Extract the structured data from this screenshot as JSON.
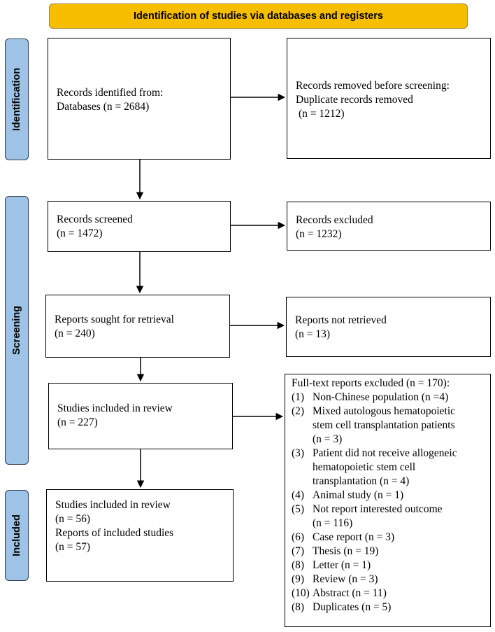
{
  "header": {
    "title": "Identification of studies via databases and registers"
  },
  "phases": {
    "identification": "Identification",
    "screening": "Screening",
    "included": "Included"
  },
  "boxes": {
    "records_identified": {
      "line1": "Records identified from:",
      "line2": "Databases (n = 2684)"
    },
    "records_removed": {
      "line1": "Records removed before screening:",
      "line2": "Duplicate records removed",
      "line3": "(n = 1212)"
    },
    "records_screened": {
      "line1": "Records screened",
      "line2": "(n = 1472)"
    },
    "records_excluded": {
      "line1": "Records excluded",
      "line2": "(n = 1232)"
    },
    "reports_sought": {
      "line1": "Reports sought for retrieval",
      "line2": "(n = 240)"
    },
    "reports_not_retrieved": {
      "line1": "Reports not retrieved",
      "line2": "(n = 13)"
    },
    "studies_review": {
      "line1": "Studies included in review",
      "line2": "(n = 227)"
    },
    "included_final": {
      "line1": "Studies included in review",
      "line2": "(n = 56)",
      "line3": "Reports  of included studies",
      "line4": "(n = 57)"
    },
    "fulltext_excluded": {
      "title": "Full-text reports excluded (n = 170):",
      "items": [
        {
          "num": "(1)",
          "lines": [
            "Non-Chinese population (n =4)"
          ]
        },
        {
          "num": "(2)",
          "lines": [
            "Mixed autologous hematopoietic",
            "stem cell transplantation patients",
            "(n = 3)"
          ]
        },
        {
          "num": "(3)",
          "lines": [
            "Patient did not receive allogeneic",
            "hematopoietic stem cell",
            "transplantation (n = 4)"
          ]
        },
        {
          "num": "(4)",
          "lines": [
            "Animal study (n = 1)"
          ]
        },
        {
          "num": "(5)",
          "lines": [
            "Not report interested outcome",
            "(n = 116)"
          ]
        },
        {
          "num": "(6)",
          "lines": [
            "Case report (n = 3)"
          ]
        },
        {
          "num": "(7)",
          "lines": [
            "Thesis (n = 19)"
          ]
        },
        {
          "num": "(8)",
          "lines": [
            "Letter (n = 1)"
          ]
        },
        {
          "num": "(9)",
          "lines": [
            "Review (n = 3)"
          ]
        },
        {
          "num": "(10)",
          "lines": [
            "Abstract (n = 11)"
          ]
        },
        {
          "num": "(8)",
          "lines": [
            "Duplicates (n = 5)"
          ]
        }
      ]
    }
  }
}
